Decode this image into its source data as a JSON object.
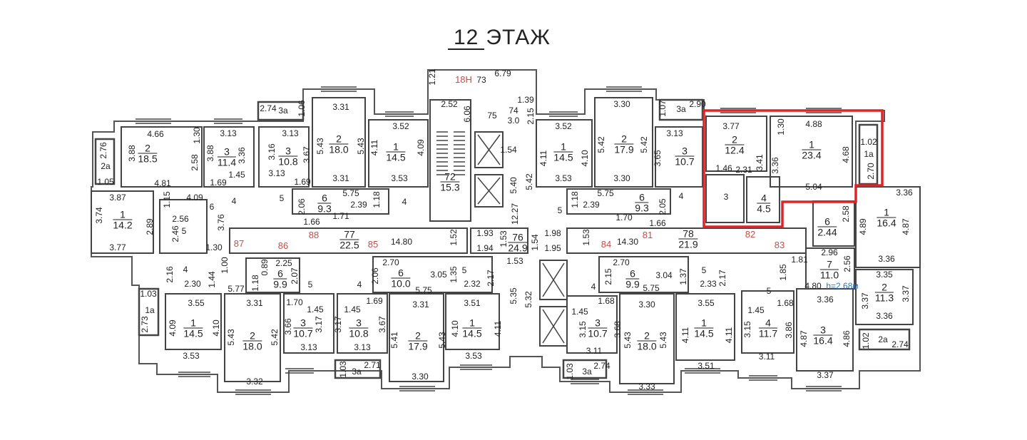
{
  "title": {
    "floor_number": "12",
    "floor_label": "ЭТАЖ"
  },
  "highlight_color": "#d9262a",
  "rooms": [
    {
      "num": "2",
      "area": "18.5"
    },
    {
      "num": "3",
      "area": "11.4"
    },
    {
      "num": "3",
      "area": "10.8"
    },
    {
      "num": "2",
      "area": "18.0"
    },
    {
      "num": "1",
      "area": "14.5"
    },
    {
      "num": "1",
      "area": "14.2"
    },
    {
      "num": "6",
      "area": "9.3"
    },
    {
      "num": "77",
      "area": "22.5"
    },
    {
      "num": "72",
      "area": "15.3"
    },
    {
      "num": "76",
      "area": "24.9"
    },
    {
      "num": "1",
      "area": "14.5"
    },
    {
      "num": "2",
      "area": "17.9"
    },
    {
      "num": "3",
      "area": "10.7"
    },
    {
      "num": "2",
      "area": "12.4"
    },
    {
      "num": "1",
      "area": "23.4"
    },
    {
      "num": "6",
      "area": "9.3"
    },
    {
      "num": "78",
      "area": "21.9"
    },
    {
      "num": "4",
      "area": "4.5"
    },
    {
      "num": "1",
      "area": "16.4"
    },
    {
      "num": "6",
      "area": "2.44"
    },
    {
      "num": "7",
      "area": "11.0"
    },
    {
      "num": "2",
      "area": "11.3"
    },
    {
      "num": "6",
      "area": "9.9"
    },
    {
      "num": "6",
      "area": "10.0"
    },
    {
      "num": "6",
      "area": "9.9"
    },
    {
      "num": "1",
      "area": "14.5"
    },
    {
      "num": "2",
      "area": "18.0"
    },
    {
      "num": "3",
      "area": "10.7"
    },
    {
      "num": "3",
      "area": "10.8"
    },
    {
      "num": "2",
      "area": "17.9"
    },
    {
      "num": "1",
      "area": "14.5"
    },
    {
      "num": "3",
      "area": "10.7"
    },
    {
      "num": "2",
      "area": "18.0"
    },
    {
      "num": "1",
      "area": "14.5"
    },
    {
      "num": "4",
      "area": "11.7"
    },
    {
      "num": "3",
      "area": "16.4"
    }
  ],
  "apartment_numbers": [
    "87",
    "86",
    "88",
    "85",
    "18Н",
    "84",
    "81",
    "82",
    "83"
  ],
  "height_note": "h=2.68м",
  "dims": [
    "2.76",
    "2a",
    "1.05",
    "4.66",
    "1.30",
    "3.88",
    "2.58",
    "4.81",
    "3.13",
    "3.88",
    "3.36",
    "1.45",
    "1.69",
    "3.13",
    "3.16",
    "3.67",
    "3.13",
    "1.69",
    "2.74",
    "3a",
    "1.06",
    "3.31",
    "5.43",
    "5.43",
    "3.31",
    "3.52",
    "4.11",
    "4.09",
    "3.53",
    "3.87",
    "1.15",
    "4.09",
    "6",
    "3.74",
    "2.89",
    "3.77",
    "2.56",
    "2.46",
    "5",
    "3.76",
    "1.30",
    "4",
    "5",
    "2.06",
    "5.75",
    "1.18",
    "2.39",
    "1.71",
    "1.66",
    "4",
    "14.80",
    "1.21",
    "73",
    "6.79",
    "2.52",
    "6.06",
    "75",
    "74",
    "3.0",
    "1.39",
    "2.15",
    "1.54",
    "5.40",
    "5.42",
    "12.27",
    "1.52",
    "1.93",
    "1.94",
    "1.53",
    "1.54",
    "1.98",
    "1.95",
    "1.53",
    "14.30",
    "3.52",
    "4.11",
    "4.10",
    "3.53",
    "3.30",
    "5.42",
    "5.42",
    "3.30",
    "1.07",
    "3a",
    "2.90",
    "3.13",
    "3.65",
    "3.77",
    "3.41",
    "1.46",
    "2.31",
    "1.30",
    "4.88",
    "3.36",
    "4.68",
    "5.04",
    "1.02",
    "1a",
    "2.70",
    "3",
    "5.75",
    "1.18",
    "2.39",
    "1.70",
    "1.66",
    "2.05",
    "4",
    "5",
    "3.36",
    "4.89",
    "4.87",
    "3.36",
    "2.58",
    "2.96",
    "1.81",
    "1.85",
    "2.56",
    "4.80",
    "3.35",
    "3.37",
    "3.37",
    "3.36",
    "1.02",
    "2a",
    "2.74",
    "2.16",
    "4",
    "2.30",
    "1.44",
    "1.00",
    "1.03",
    "1a",
    "2.73",
    "3.55",
    "4.09",
    "4.10",
    "3.53",
    "5.77",
    "1.18",
    "0.89",
    "2.25",
    "2.07",
    "5",
    "3.31",
    "5.43",
    "5.42",
    "3.32",
    "1.70",
    "1.45",
    "3.66",
    "3.17",
    "3.13",
    "1.45",
    "3.17",
    "3.67",
    "3.13",
    "4",
    "2.06",
    "1.69",
    "1.03",
    "3a",
    "2.71",
    "2.70",
    "3.05",
    "5.75",
    "1.35",
    "5",
    "2.32",
    "2.17",
    "3.31",
    "5.41",
    "5.43",
    "3.30",
    "3.51",
    "4.10",
    "4.11",
    "3.53",
    "5.35",
    "1.53",
    "5.32",
    "2.70",
    "2.15",
    "4",
    "1.68",
    "1.45",
    "3.15",
    "3.68",
    "3.11",
    "1.03",
    "3a",
    "2.74",
    "3.04",
    "5.75",
    "1.37",
    "5",
    "2.33",
    "2.17",
    "3.30",
    "5.43",
    "5.43",
    "3.33",
    "3.55",
    "4.11",
    "4.11",
    "3.51",
    "5",
    "1.68",
    "1.45",
    "3.15",
    "3.86",
    "3.11",
    "3.36",
    "4.87",
    "4.86",
    "3.37"
  ]
}
